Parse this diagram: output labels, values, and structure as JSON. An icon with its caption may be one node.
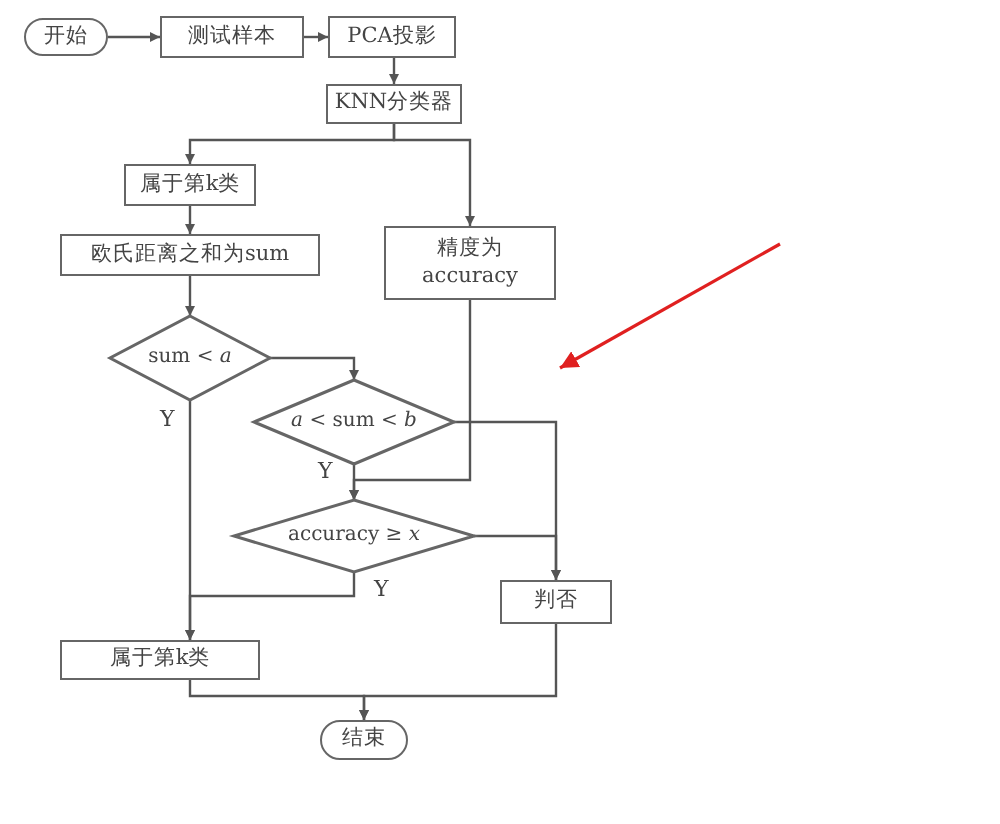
{
  "diagram": {
    "nodes": [
      {
        "text": [
          "开始"
        ]
      },
      {
        "text": [
          "测试样本"
        ]
      },
      {
        "text": [
          "PCA投影"
        ]
      },
      {
        "text": [
          "KNN分类器"
        ]
      },
      {
        "text": [
          "属于第k类"
        ]
      },
      {
        "text": [
          "欧氏距离之和为sum"
        ]
      },
      {
        "text": [
          "精度为 accuracy"
        ]
      },
      {
        "text": [
          "sum < *a*"
        ]
      },
      {
        "text": [
          "*a* < sum < *b*"
        ]
      },
      {
        "text": [
          "accuracy ≥ *x*"
        ]
      },
      {
        "text": [
          "判否"
        ]
      },
      {
        "text": [
          "属于第k类"
        ]
      },
      {
        "text": [
          "结束"
        ]
      }
    ],
    "edges": [
      {
        "from": 0,
        "to": 1,
        "arrow": "to"
      },
      {
        "from": 1,
        "to": 2,
        "arrow": "to"
      },
      {
        "from": 2,
        "to": 3,
        "arrow": "to"
      },
      {
        "from": 3,
        "to": 4,
        "arrow": "to"
      },
      {
        "from": 3,
        "to": 6,
        "arrow": "to"
      },
      {
        "from": 4,
        "to": 5,
        "arrow": "to"
      },
      {
        "from": 5,
        "to": 7,
        "arrow": "to"
      },
      {
        "from": 7,
        "to": 8,
        "arrow": "to"
      },
      {
        "from": 7,
        "to": 11,
        "arrow": "to",
        "label": "Y"
      },
      {
        "from": 8,
        "to": 9,
        "arrow": "to",
        "label": "Y"
      },
      {
        "from": 6,
        "to": 9,
        "arrow": "to"
      },
      {
        "from": 8,
        "to": 10,
        "arrow": "to"
      },
      {
        "from": 9,
        "to": 10,
        "arrow": "to"
      },
      {
        "from": 9,
        "to": 11,
        "arrow": "to",
        "label": "Y"
      },
      {
        "from": 11,
        "to": 12,
        "arrow": "to"
      },
      {
        "from": 10,
        "to": 12,
        "arrow": "to"
      }
    ]
  }
}
